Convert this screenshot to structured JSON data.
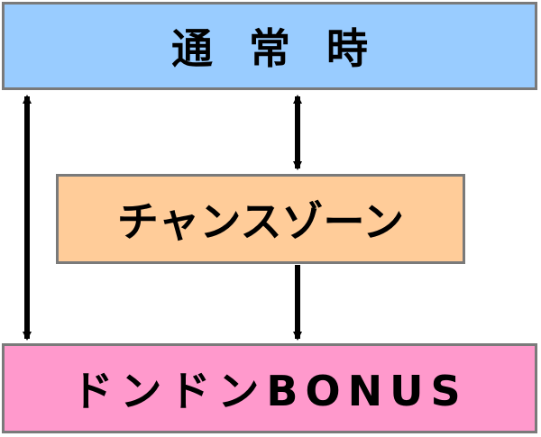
{
  "diagram": {
    "nodes": {
      "normal": {
        "label": "通常時",
        "color": "#99ccff"
      },
      "chance": {
        "label": "チャンスゾーン",
        "color": "#ffcc99"
      },
      "bonus": {
        "label": "ドンドンBONUS",
        "color": "#ff99cc"
      }
    },
    "edges": [
      {
        "from": "normal",
        "to": "bonus",
        "direction": "both"
      },
      {
        "from": "normal",
        "to": "chance",
        "direction": "both"
      },
      {
        "from": "chance",
        "to": "bonus",
        "direction": "forward"
      }
    ],
    "border_color": "#7a7a7a",
    "arrow_color": "#000000"
  }
}
